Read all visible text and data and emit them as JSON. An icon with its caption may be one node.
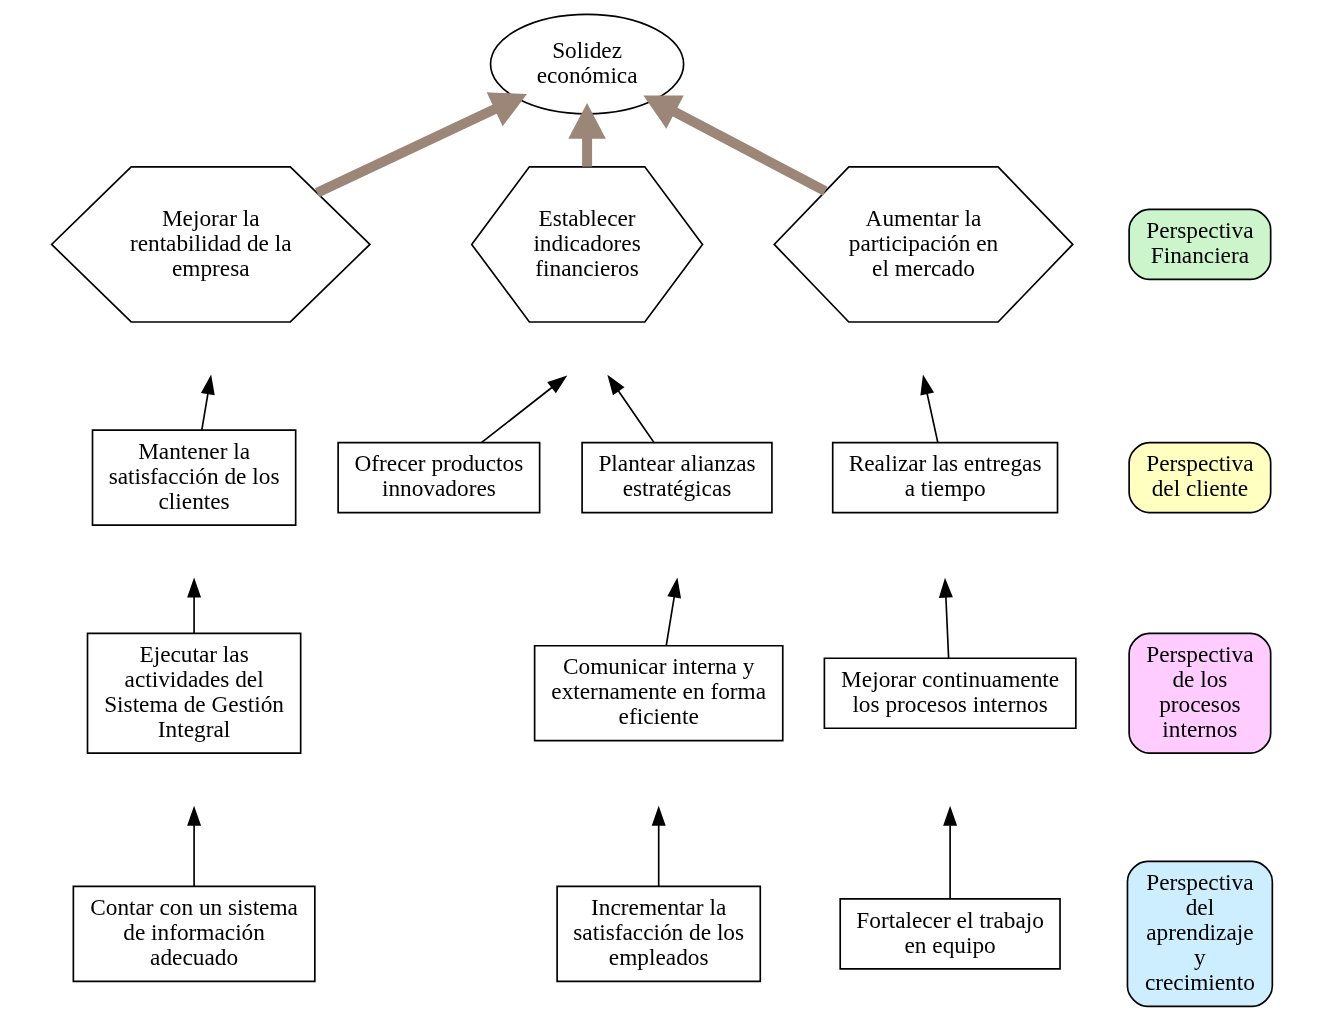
{
  "diagram": {
    "nodes": [
      {
        "text": [
          "Solidez económica"
        ]
      },
      {
        "text": [
          "Perspectiva Financiera"
        ]
      },
      {
        "text": [
          "Mejorar la rentabilidad de la empresa"
        ]
      },
      {
        "text": [
          "Establecer indicadores financieros"
        ]
      },
      {
        "text": [
          "Aumentar la participación en el mercado"
        ]
      },
      {
        "text": [
          "Perspectiva del cliente"
        ]
      },
      {
        "text": [
          "Mantener la satisfacción de los clientes"
        ]
      },
      {
        "text": [
          "Ofrecer productos innovadores"
        ]
      },
      {
        "text": [
          "Plantear alianzas estratégicas"
        ]
      },
      {
        "text": [
          "Realizar las entregas a tiempo"
        ]
      },
      {
        "text": [
          "Perspectiva de los procesos internos"
        ]
      },
      {
        "text": [
          "Ejecutar las actividades del Sistema de Gestión Integral"
        ]
      },
      {
        "text": [
          "Comunicar interna y externamente en forma eficiente"
        ]
      },
      {
        "text": [
          "Mejorar continuamente los procesos internos"
        ]
      },
      {
        "text": [
          "Perspectiva del aprendizaje y crecimiento"
        ]
      },
      {
        "text": [
          "Contar con un sistema de información adecuado"
        ]
      },
      {
        "text": [
          "Incrementar la satisfacción de los empleados"
        ]
      },
      {
        "text": [
          "Fortalecer el trabajo en equipo"
        ]
      }
    ],
    "edges": [
      {
        "from": 2,
        "to": 0,
        "arrow": "to",
        "style": "thick",
        "color": "#9c8677"
      },
      {
        "from": 3,
        "to": 0,
        "arrow": "to",
        "style": "thick",
        "color": "#9c8677"
      },
      {
        "from": 4,
        "to": 0,
        "arrow": "to",
        "style": "thick",
        "color": "#9c8677"
      },
      {
        "from": 6,
        "to": null,
        "arrow": "to"
      },
      {
        "from": 7,
        "to": null,
        "arrow": "to"
      },
      {
        "from": 8,
        "to": null,
        "arrow": "to"
      },
      {
        "from": 9,
        "to": null,
        "arrow": "to"
      },
      {
        "from": 11,
        "to": null,
        "arrow": "to"
      },
      {
        "from": 12,
        "to": null,
        "arrow": "to"
      },
      {
        "from": 13,
        "to": null,
        "arrow": "to"
      },
      {
        "from": 15,
        "to": null,
        "arrow": "to"
      },
      {
        "from": 16,
        "to": null,
        "arrow": "to"
      },
      {
        "from": 17,
        "to": null,
        "arrow": "to"
      }
    ]
  }
}
